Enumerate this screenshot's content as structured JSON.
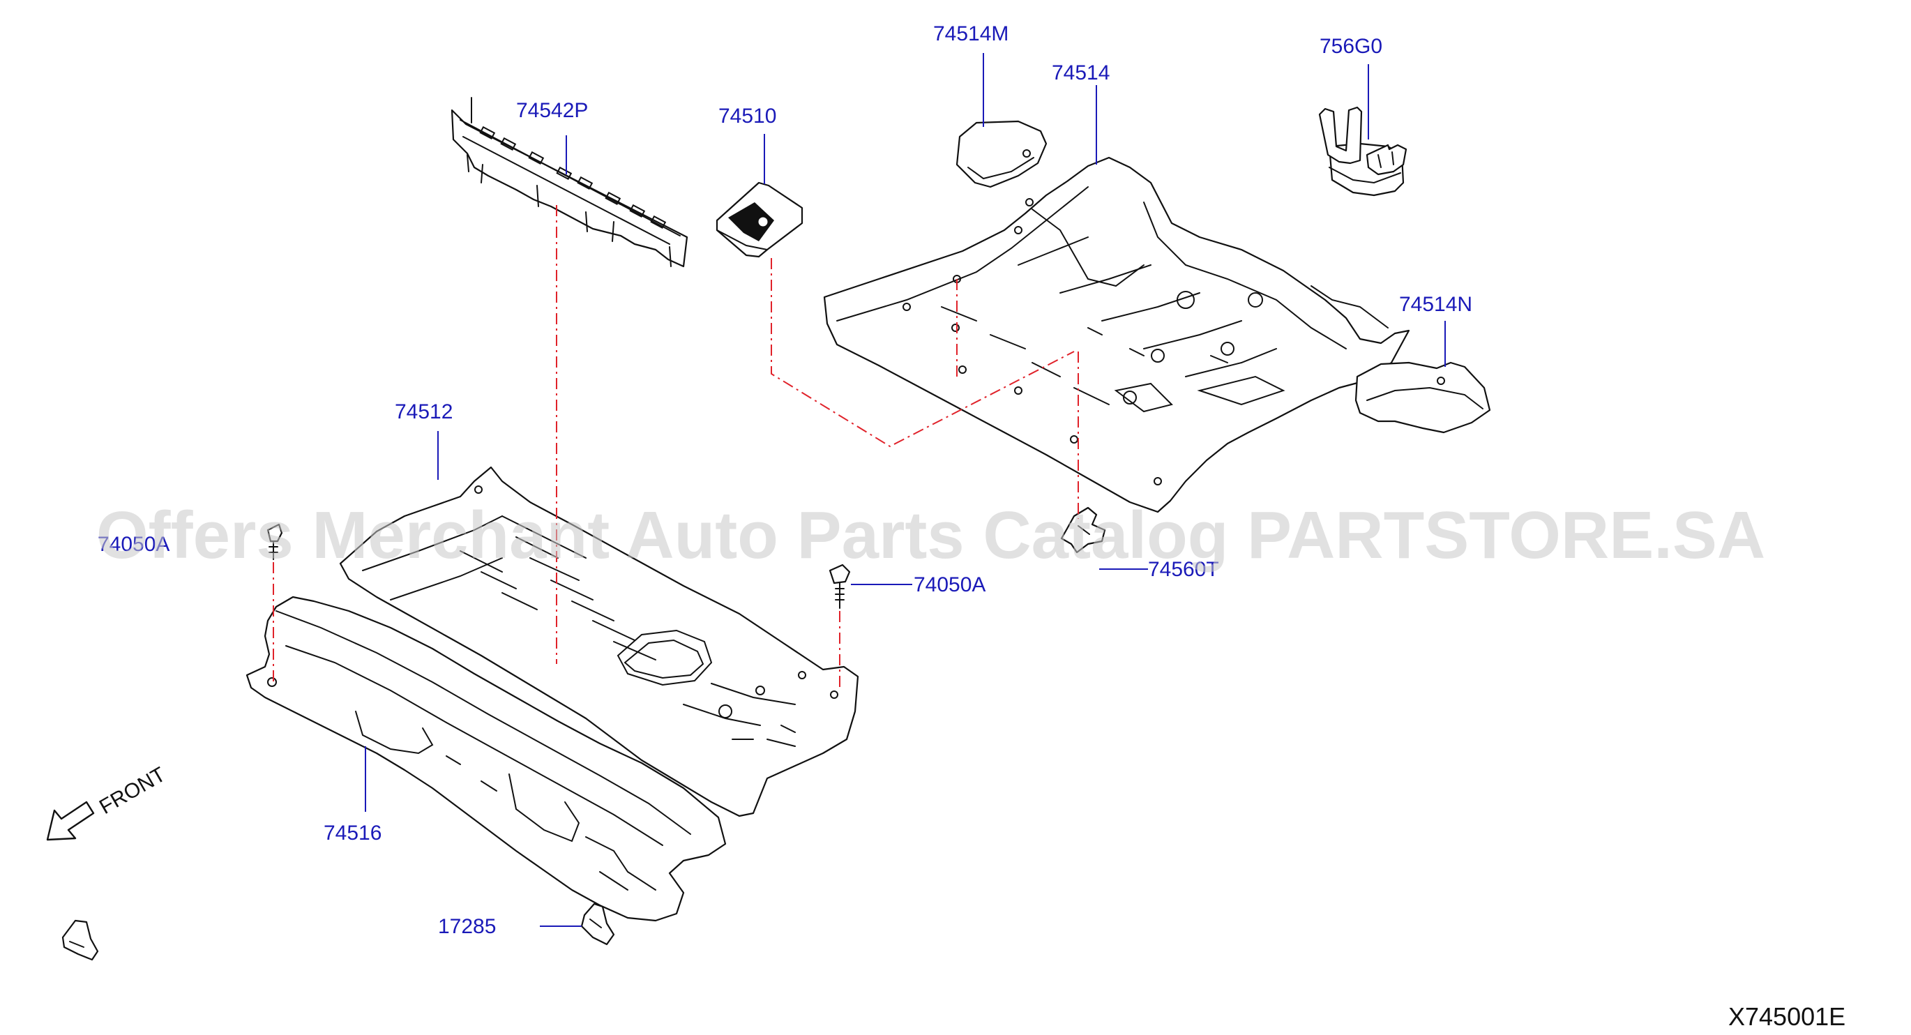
{
  "diagram_code": "X745001E",
  "watermark": "Offers Merchant Auto Parts Catalog PARTSTORE.SA",
  "front_label": "FRONT",
  "labels": {
    "p74542P": "74542P",
    "p74510": "74510",
    "p74514M": "74514M",
    "p74514": "74514",
    "p756G0": "756G0",
    "p74514N": "74514N",
    "p74512": "74512",
    "p74050A_left": "74050A",
    "p74050A_mid": "74050A",
    "p74560T": "74560T",
    "p74516": "74516",
    "p17285": "17285"
  },
  "colors": {
    "label": "#1a1ab8",
    "dash": "#e0222a",
    "line": "#111111"
  }
}
